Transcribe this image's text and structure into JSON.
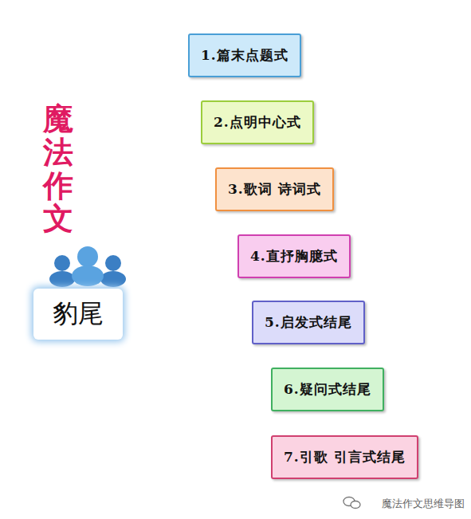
{
  "diagram": {
    "title": "魔法作文",
    "nodes": [
      {
        "text": [
          "豹尾"
        ]
      },
      {
        "text": [
          "1.篇末点题式"
        ]
      },
      {
        "text": [
          "2.点明中心式"
        ]
      },
      {
        "text": [
          "3.歌词 诗词式"
        ]
      },
      {
        "text": [
          "4.直抒胸臆式"
        ]
      },
      {
        "text": [
          "5.启发式结尾"
        ]
      },
      {
        "text": [
          "6.疑问式结尾"
        ]
      },
      {
        "text": [
          "7.引歌 引言式结尾"
        ]
      }
    ],
    "edges": [
      {
        "from": 0,
        "to": 1,
        "arrow": "none"
      },
      {
        "from": 0,
        "to": 2,
        "arrow": "none"
      },
      {
        "from": 0,
        "to": 3,
        "arrow": "none"
      },
      {
        "from": 0,
        "to": 4,
        "arrow": "none"
      },
      {
        "from": 0,
        "to": 5,
        "arrow": "none"
      },
      {
        "from": 0,
        "to": 6,
        "arrow": "none"
      },
      {
        "from": 0,
        "to": 7,
        "arrow": "none"
      }
    ],
    "labels": [
      "魔法作文思维导图"
    ]
  }
}
